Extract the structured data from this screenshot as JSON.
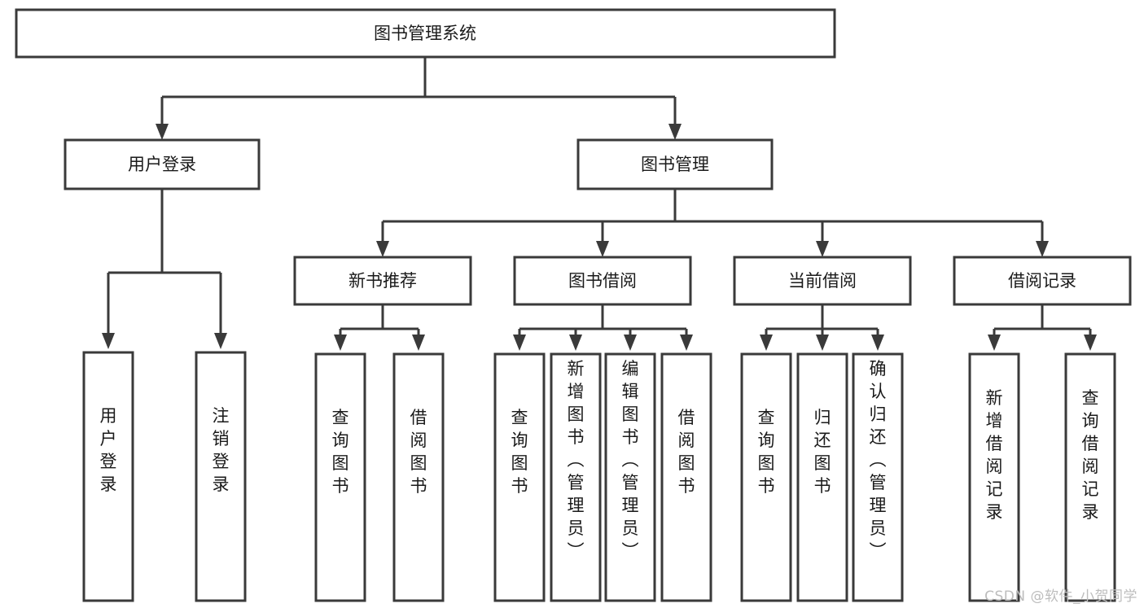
{
  "diagram": {
    "type": "tree",
    "title": "图书管理系统",
    "watermark": "CSDN @软件_小贺同学",
    "colors": {
      "stroke": "#3a3a3a",
      "fill": "#ffffff",
      "text": "#1a1a1a",
      "watermark": "#bdbdbd",
      "background": "#ffffff"
    },
    "nodes": {
      "root": {
        "label": "图书管理系统",
        "orientation": "horizontal"
      },
      "level2": [
        {
          "label": "用户登录",
          "orientation": "horizontal"
        },
        {
          "label": "图书管理",
          "orientation": "horizontal"
        }
      ],
      "level3": [
        {
          "label": "新书推荐",
          "orientation": "horizontal"
        },
        {
          "label": "图书借阅",
          "orientation": "horizontal"
        },
        {
          "label": "当前借阅",
          "orientation": "horizontal"
        },
        {
          "label": "借阅记录",
          "orientation": "horizontal"
        }
      ],
      "leaves_user_login": [
        {
          "label": "用户登录",
          "orientation": "vertical"
        },
        {
          "label": "注销登录",
          "orientation": "vertical"
        }
      ],
      "leaves_new_book": [
        {
          "label": "查询图书",
          "orientation": "vertical"
        },
        {
          "label": "借阅图书",
          "orientation": "vertical"
        }
      ],
      "leaves_book_borrow": [
        {
          "label": "查询图书",
          "orientation": "vertical"
        },
        {
          "label": "新增图书（管理员）",
          "orientation": "vertical"
        },
        {
          "label": "编辑图书（管理员）",
          "orientation": "vertical"
        },
        {
          "label": "借阅图书",
          "orientation": "vertical"
        }
      ],
      "leaves_current_borrow": [
        {
          "label": "查询图书",
          "orientation": "vertical"
        },
        {
          "label": "归还图书",
          "orientation": "vertical"
        },
        {
          "label": "确认归还（管理员）",
          "orientation": "vertical"
        }
      ],
      "leaves_borrow_record": [
        {
          "label": "新增借阅记录",
          "orientation": "vertical"
        },
        {
          "label": "查询借阅记录",
          "orientation": "vertical"
        }
      ]
    }
  }
}
